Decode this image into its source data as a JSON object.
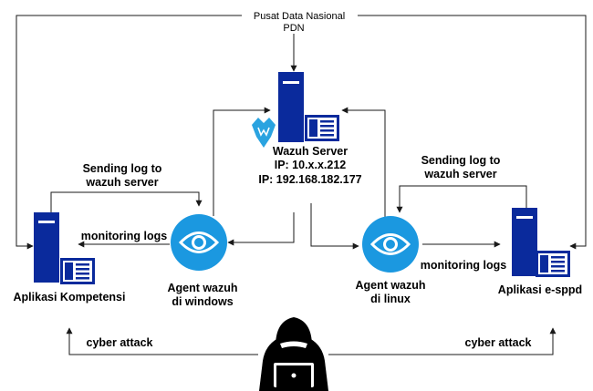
{
  "top_label_1": "Pusat Data Nasional",
  "top_label_2": "PDN",
  "server": {
    "name": "Wazuh Server",
    "ip1": "IP: 10.x.x.212",
    "ip2": "IP: 192.168.182.177",
    "icon": "server-icon",
    "logo": "wazuh-logo"
  },
  "left_app": {
    "label": "Aplikasi Kompetensi"
  },
  "right_app": {
    "label": "Aplikasi e-sppd"
  },
  "agent_windows": {
    "line1": "Agent wazuh",
    "line2": "di windows",
    "icon": "eye-icon"
  },
  "agent_linux": {
    "line1": "Agent wazuh",
    "line2": "di linux",
    "icon": "eye-icon"
  },
  "left_sending": {
    "line1": "Sending log to",
    "line2": "wazuh server"
  },
  "right_sending": {
    "line1": "Sending log to",
    "line2": "wazuh server"
  },
  "left_monitoring": "monitoring logs",
  "right_monitoring": "monitoring logs",
  "left_attack": "cyber attack",
  "right_attack": "cyber attack",
  "hacker": {
    "icon": "hacker-icon"
  },
  "colors": {
    "server_blue": "#0a2a9c",
    "agent_blue": "#1b98e0",
    "wazuh_logo": "#2aa3e0"
  }
}
